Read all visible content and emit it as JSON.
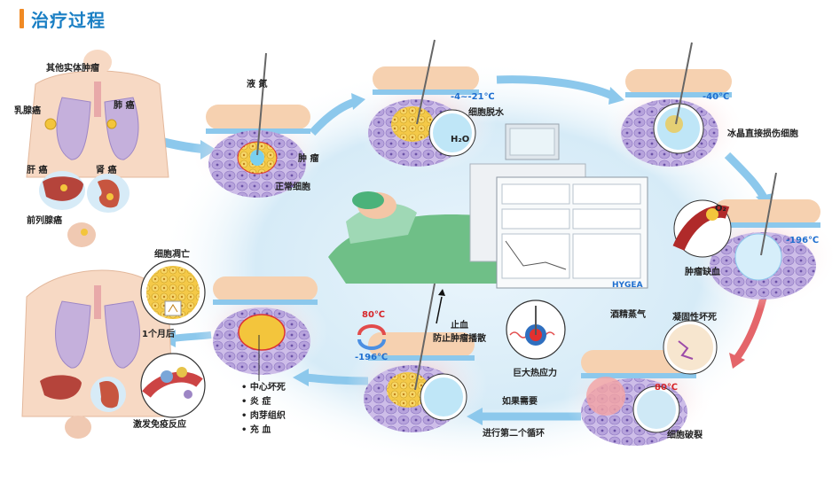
{
  "title": "治疗过程",
  "labels": {
    "other_tumors": "其他实体肿瘤",
    "breast": "乳腺癌",
    "lung": "肺 癌",
    "liver": "肝 癌",
    "kidney": "肾 癌",
    "prostate": "前列腺癌",
    "liquid_nitrogen": "液 氮",
    "tumor": "肿 瘤",
    "normal_cell": "正常细胞",
    "temp_1": "-4~-21℃",
    "dehydration": "细胞脱水",
    "h2o": "H₂O",
    "temp_2": "-40℃",
    "ice_damage": "冰晶直接损伤细胞",
    "o2": "O₂",
    "temp_3": "-196℃",
    "ischemia": "肿瘤缺血",
    "alcohol_vapor": "酒精蒸气",
    "coagulation": "凝固性坏死",
    "thermal_stress": "巨大热应力",
    "temp_4": "80℃",
    "rupture": "细胞破裂",
    "if_needed": "如果需要",
    "second_cycle": "进行第二个循环",
    "hot": "80℃",
    "cold": "-196℃",
    "stop_bleeding": "止血",
    "prevent_spread": "防止肿瘤播散",
    "apoptosis": "细胞凋亡",
    "one_month": "1个月后",
    "immune": "激发免疫反应",
    "outcomes": [
      "中心坏死",
      "炎 症",
      "肉芽组织",
      "充 血"
    ],
    "device_brand": "HYGEA"
  },
  "colors": {
    "accent_blue": "#1a7fc4",
    "title_mark": "#f08a24",
    "temp_red": "#d7262a",
    "temp_blue": "#1f6fd0",
    "arrow_blue": "#6db7e6",
    "arrow_red": "#e0474b",
    "tissue_purple": "#c9b8e4",
    "skin": "#f6d1b0",
    "tumor_yellow": "#f3c53c",
    "ice_blue": "#7ad0ef"
  }
}
